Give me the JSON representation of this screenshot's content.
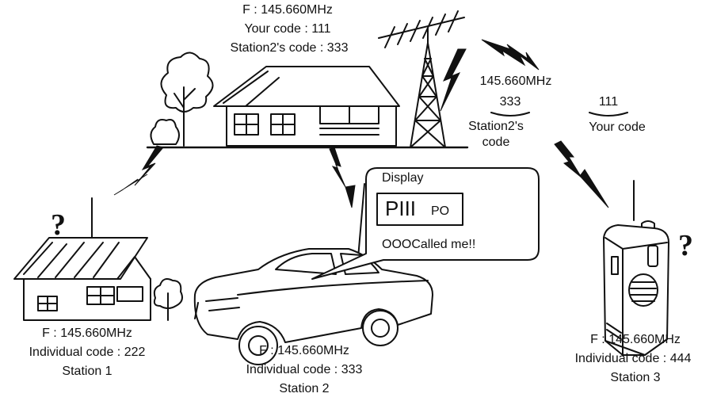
{
  "base_station": {
    "freq": "F : 145.660MHz",
    "your_code": "Your code : 111",
    "station2_code": "Station2's code : 333"
  },
  "transmission": {
    "freq": "145.660MHz",
    "code_a": "333",
    "code_a_label": "Station2's code",
    "code_b": "111",
    "code_b_label": "Your code"
  },
  "display_box": {
    "title": "Display",
    "screen_main": "PIII",
    "screen_sub": "PO",
    "message": "OOOCalled me!!"
  },
  "station1": {
    "freq": "F : 145.660MHz",
    "code": "Individual code : 222",
    "name": "Station 1",
    "status": "?"
  },
  "station2": {
    "freq": "F : 145.660MHz",
    "code": "Individual code : 333",
    "name": "Station 2"
  },
  "station3": {
    "freq": "F : 145.660MHz",
    "code": "Individual code : 444",
    "name": "Station 3",
    "status": "?"
  }
}
